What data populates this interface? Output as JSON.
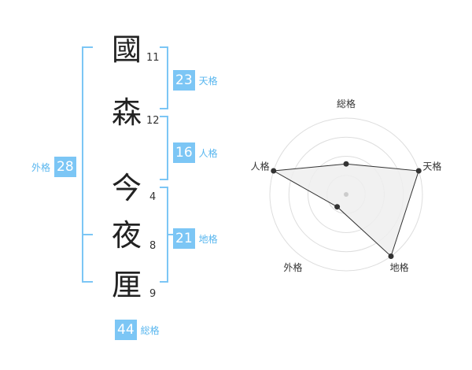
{
  "name": {
    "chars": [
      {
        "char": "國",
        "strokes": "11"
      },
      {
        "char": "森",
        "strokes": "12"
      },
      {
        "char": "今",
        "strokes": "4"
      },
      {
        "char": "夜",
        "strokes": "8"
      },
      {
        "char": "厘",
        "strokes": "9"
      }
    ]
  },
  "fortunes": {
    "tenkaku": {
      "value": "23",
      "label": "天格"
    },
    "jinkaku": {
      "value": "16",
      "label": "人格"
    },
    "chikaku": {
      "value": "21",
      "label": "地格"
    },
    "gaikaku": {
      "value": "28",
      "label": "外格"
    },
    "soukaku": {
      "value": "44",
      "label": "総格"
    }
  },
  "colors": {
    "accent": "#7cc6f5",
    "accent_text": "#58b6ef",
    "radar_fill": "#efefef"
  },
  "chart_data": {
    "type": "radar",
    "axes": [
      "総格",
      "天格",
      "地格",
      "外格",
      "人格"
    ],
    "values": [
      2,
      5,
      5,
      1,
      5
    ],
    "range": [
      0,
      5
    ],
    "rings": 4
  }
}
